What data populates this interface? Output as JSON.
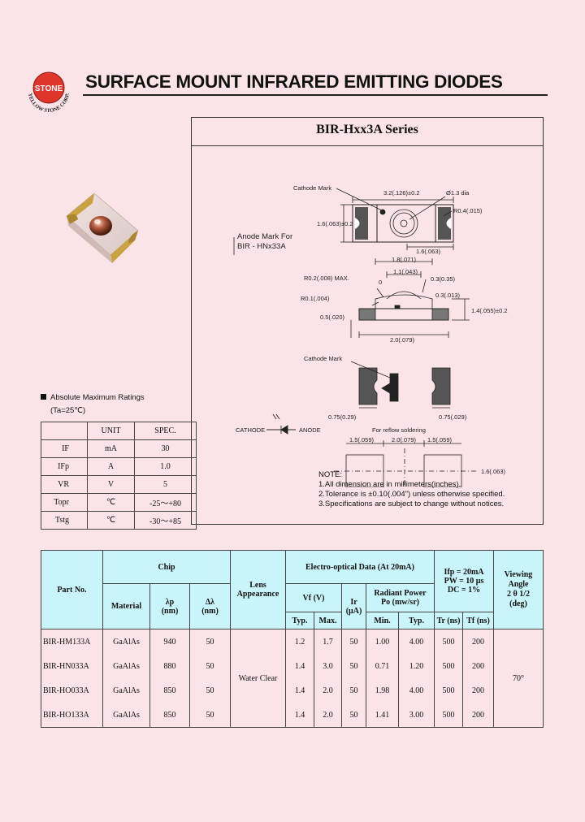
{
  "header": {
    "logo_text": "STONE",
    "logo_ring_text": "YELLOW STONE CORP.",
    "title": "SURFACE MOUNT INFRARED EMITTING DIODES"
  },
  "drawing": {
    "series": "BIR-Hxx3A    Series",
    "top_view": {
      "cathode_mark": "Cathode Mark",
      "dim_length": "3.2(.126)±0.2",
      "lens_dia": "Ø1.3 dia",
      "radius": "R0.4(.015)",
      "dim_height": "1.6(.063)±0.2",
      "dim_pad": "1.6(.063)",
      "anode_note_line1": "Anode Mark For",
      "anode_note_line2": "BIR - HNx33A"
    },
    "side_view": {
      "dim_top": "1.8(.071)",
      "dim_lens": "1.1(.043)",
      "r_max": "R0.2(.008) MAX.",
      "angle": "0",
      "dim_035": "0.3(0.35)",
      "dim_033": "0.3(.013)",
      "r_small": "R0.1(.004)",
      "dim_side": "1.4(.055)±0.2",
      "dim_left": "0.5(.020)",
      "dim_bottom": "2.0(.079)"
    },
    "bottom_view": {
      "cathode_mark": "Cathode Mark",
      "dim_left_pad": "0.75(0.29)",
      "dim_right_pad": "0.75(.029)"
    },
    "symbol": {
      "cathode": "CATHODE",
      "anode": "ANODE"
    },
    "solder": {
      "caption": "For reflow soldering",
      "dim_a": "1.5(.059)",
      "dim_b": "2.0(.079)",
      "dim_c": "1.5(.059)",
      "dim_h": "1.6(.063)"
    },
    "notes": [
      "NOTE:",
      "1.All dimension are in millimeters(inches).",
      "2.Tolerance is ±0.10(.004\") unless otherwise specified.",
      "3.Specifications are subject to change without notices."
    ]
  },
  "abs_ratings": {
    "title": "Absolute Maximum Ratings",
    "condition": "(Ta=25℃)",
    "headers": [
      "",
      "UNIT",
      "SPEC."
    ],
    "rows": [
      [
        "IF",
        "mA",
        "30"
      ],
      [
        "IFp",
        "A",
        "1.0"
      ],
      [
        "VR",
        "V",
        "5"
      ],
      [
        "Topr",
        "℃",
        "-25～+80"
      ],
      [
        "Tstg",
        "℃",
        "-30～+85"
      ]
    ]
  },
  "main_table": {
    "h_part": "Part No.",
    "h_chip": "Chip",
    "h_material": "Material",
    "h_lp": "λp",
    "h_lp_unit": "(nm)",
    "h_dl": "Δλ",
    "h_dl_unit": "(nm)",
    "h_lens": "Lens Appearance",
    "h_eo": "Electro-optical Data (At 20mA)",
    "h_vf": "Vf (V)",
    "h_typ": "Typ.",
    "h_max": "Max.",
    "h_ir": "Ir",
    "h_ir_unit": "(μA)",
    "h_rp": "Radiant Power",
    "h_rp_unit": "Po (mw/sr)",
    "h_min": "Min.",
    "h_typ2": "Typ.",
    "h_pulse1": "Ifp = 20mA",
    "h_pulse2": "PW = 10 μs",
    "h_pulse3": "DC = 1%",
    "h_tr": "Tr",
    "h_tr_unit": "(ns)",
    "h_tf": "Tf",
    "h_tf_unit": "(ns)",
    "h_view1": "Viewing",
    "h_view2": "Angle",
    "h_view3": "2 θ 1/2",
    "h_view4": "(deg)",
    "lens_value": "Water Clear",
    "angle_value": "70°",
    "rows": [
      {
        "part": "BIR-HM133A",
        "material": "GaAlAs",
        "lp": "940",
        "dl": "50",
        "vf_typ": "1.2",
        "vf_max": "1.7",
        "ir": "50",
        "po_min": "1.00",
        "po_typ": "4.00",
        "tr": "500",
        "tf": "200"
      },
      {
        "part": "BIR-HN033A",
        "material": "GaAlAs",
        "lp": "880",
        "dl": "50",
        "vf_typ": "1.4",
        "vf_max": "3.0",
        "ir": "50",
        "po_min": "0.71",
        "po_typ": "1.20",
        "tr": "500",
        "tf": "200"
      },
      {
        "part": "BIR-HO033A",
        "material": "GaAlAs",
        "lp": "850",
        "dl": "50",
        "vf_typ": "1.4",
        "vf_max": "2.0",
        "ir": "50",
        "po_min": "1.98",
        "po_typ": "4.00",
        "tr": "500",
        "tf": "200"
      },
      {
        "part": "BIR-HO133A",
        "material": "GaAlAs",
        "lp": "850",
        "dl": "50",
        "vf_typ": "1.4",
        "vf_max": "2.0",
        "ir": "50",
        "po_min": "1.41",
        "po_typ": "3.00",
        "tr": "500",
        "tf": "200"
      }
    ]
  },
  "colors": {
    "background": "#fbe4e8",
    "logo_red": "#e0352b",
    "table_header": "#c8f4fa"
  }
}
